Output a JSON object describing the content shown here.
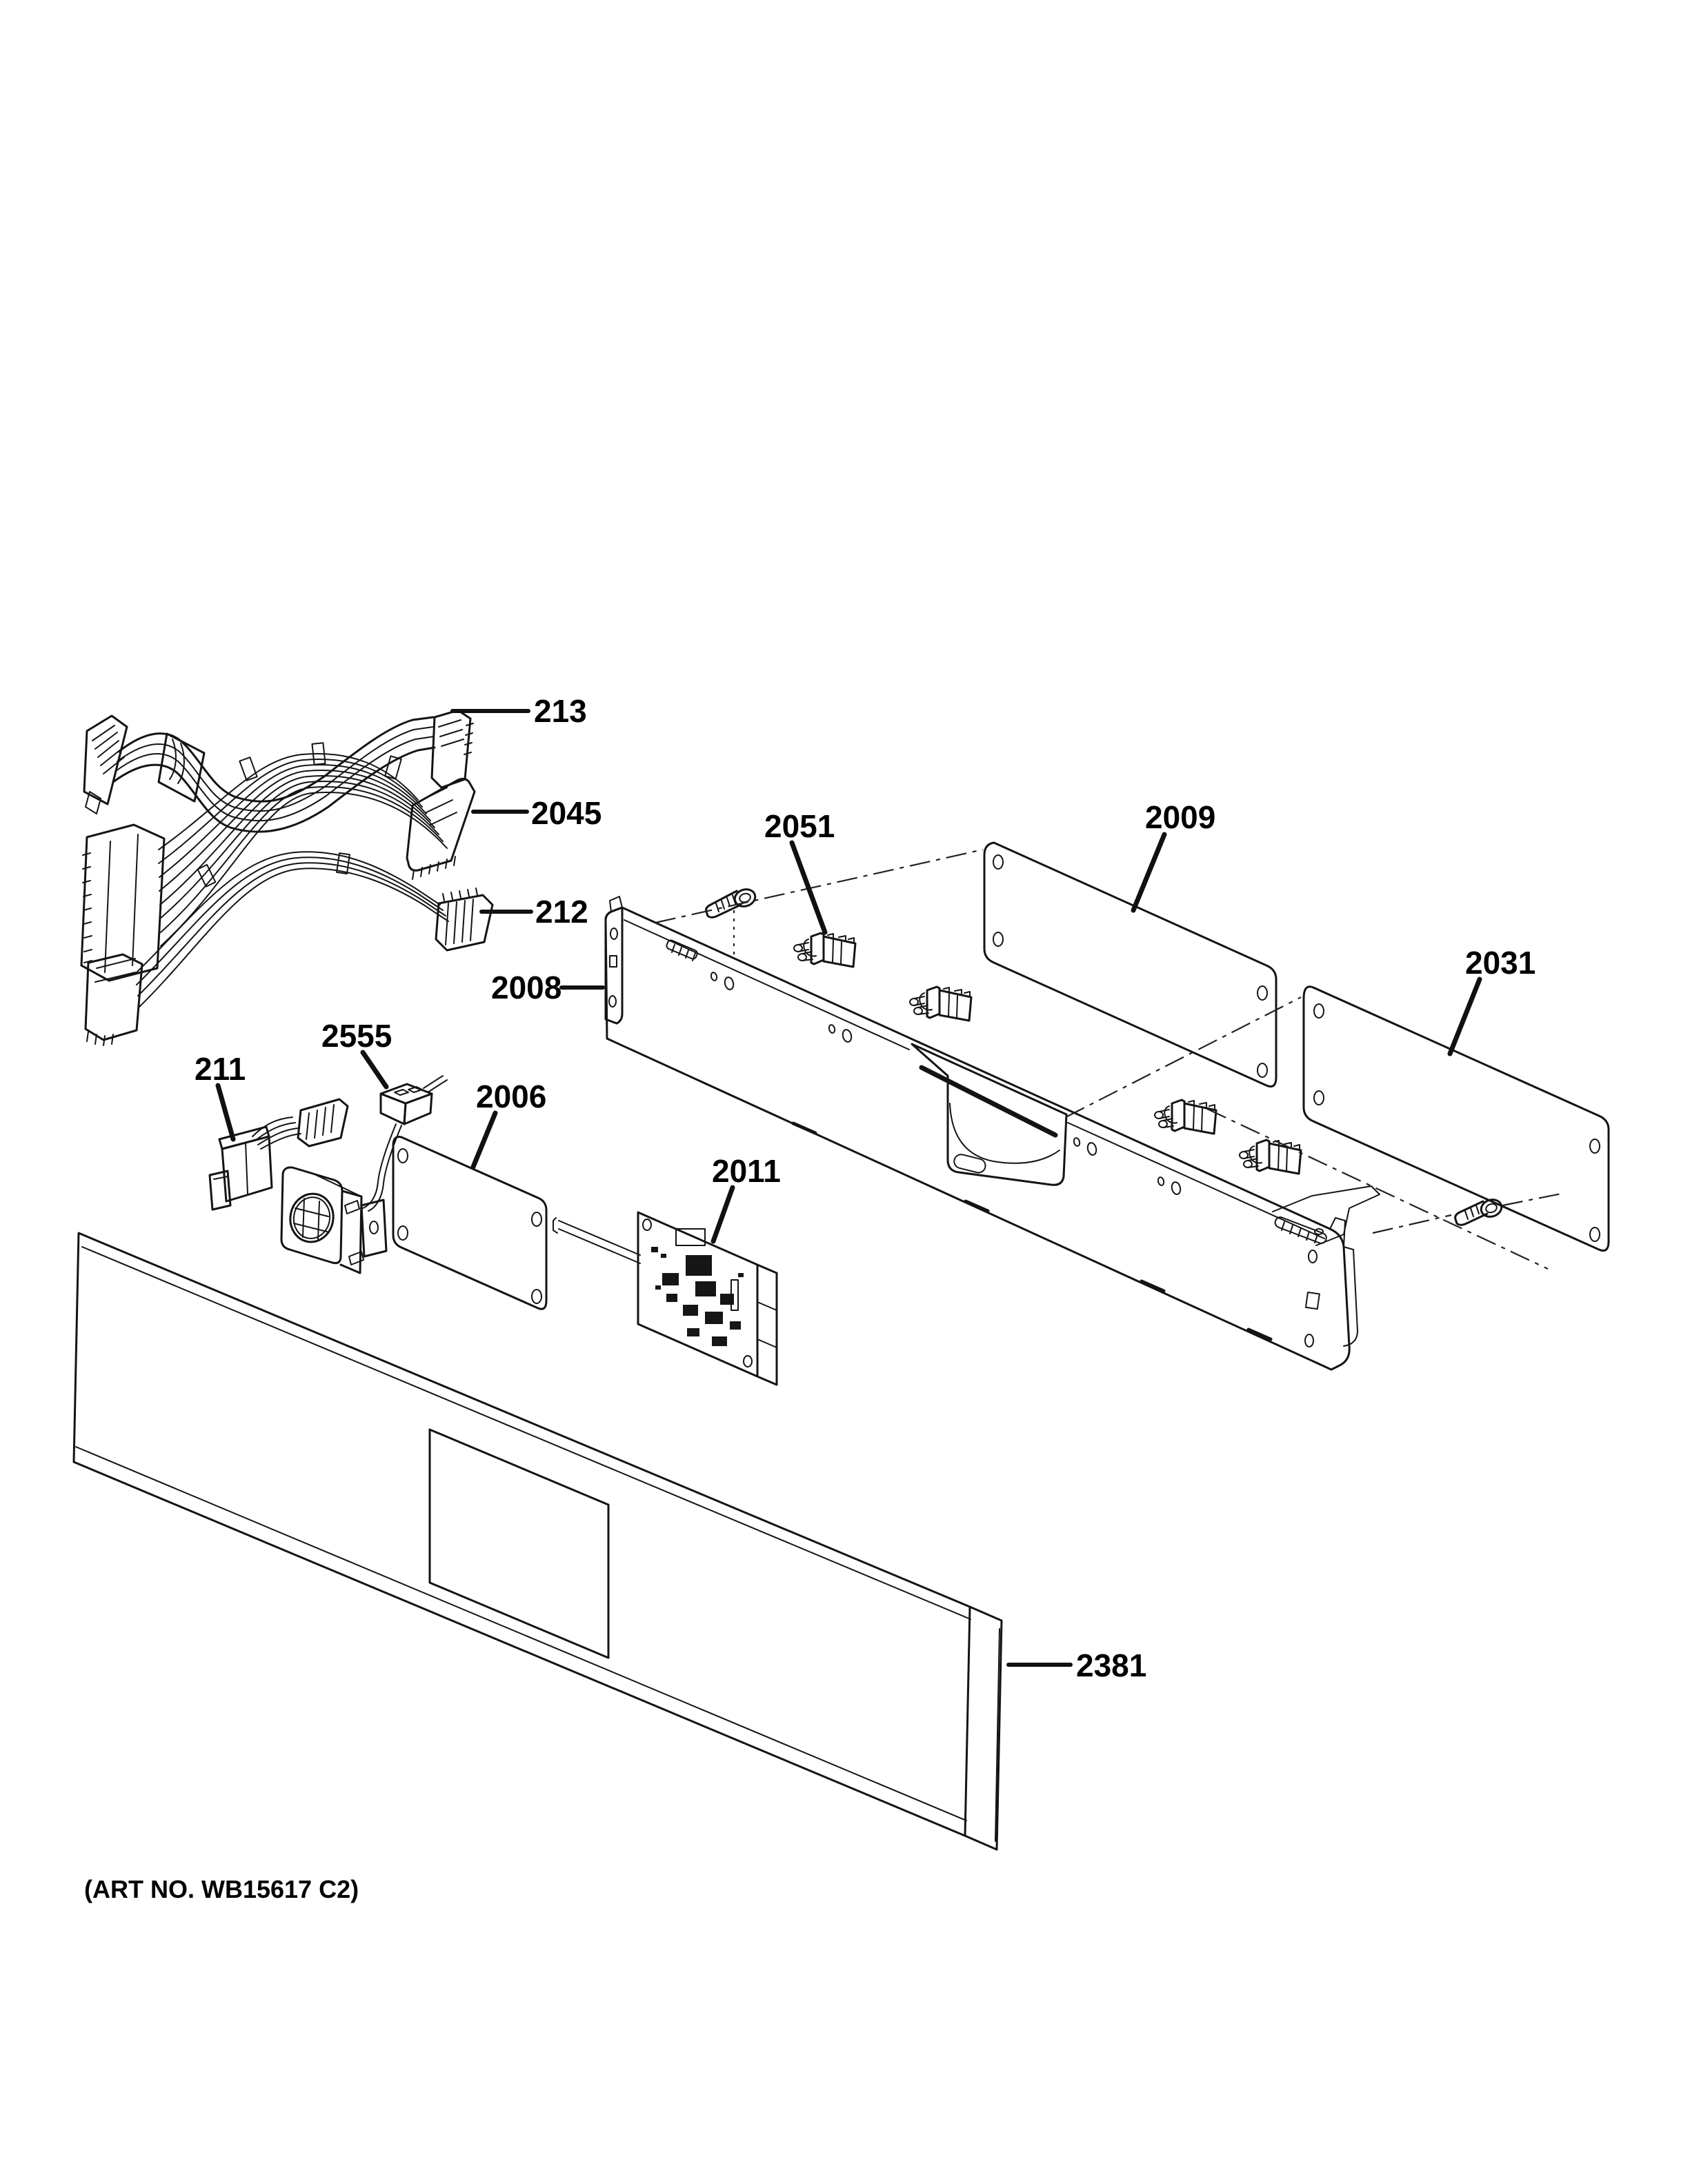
{
  "figure": {
    "type": "exploded-parts-diagram",
    "art_no": "(ART NO. WB15617 C2)",
    "callouts": [
      {
        "part": "213"
      },
      {
        "part": "2045"
      },
      {
        "part": "212"
      },
      {
        "part": "2008"
      },
      {
        "part": "2051"
      },
      {
        "part": "2009"
      },
      {
        "part": "2031"
      },
      {
        "part": "211"
      },
      {
        "part": "2555"
      },
      {
        "part": "2006"
      },
      {
        "part": "2011"
      },
      {
        "part": "2381"
      }
    ]
  }
}
